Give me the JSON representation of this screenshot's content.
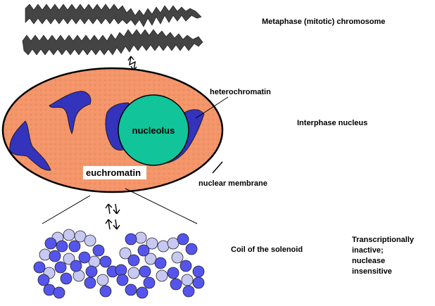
{
  "labels": {
    "metaphase": "Metaphase (mitotic) chromosome",
    "heterochromatin": "heterochromatin",
    "interphase": "Interphase nucleus",
    "nucleolus": "nucleolus",
    "euchromatin": "euchromatin",
    "membrane": "nuclear membrane",
    "solenoid": "Coil of the solenoid",
    "transcription": [
      "Transcriptionally",
      "inactive;",
      "nuclease",
      "insensitive"
    ]
  },
  "colors": {
    "nucleus_fill": "#f4956a",
    "chromatin": "#3333bb",
    "nucleolus": "#11c49a",
    "chromosome": "#444444",
    "sphere_dark": "#5555ee",
    "sphere_light": "#c8c8f4"
  }
}
